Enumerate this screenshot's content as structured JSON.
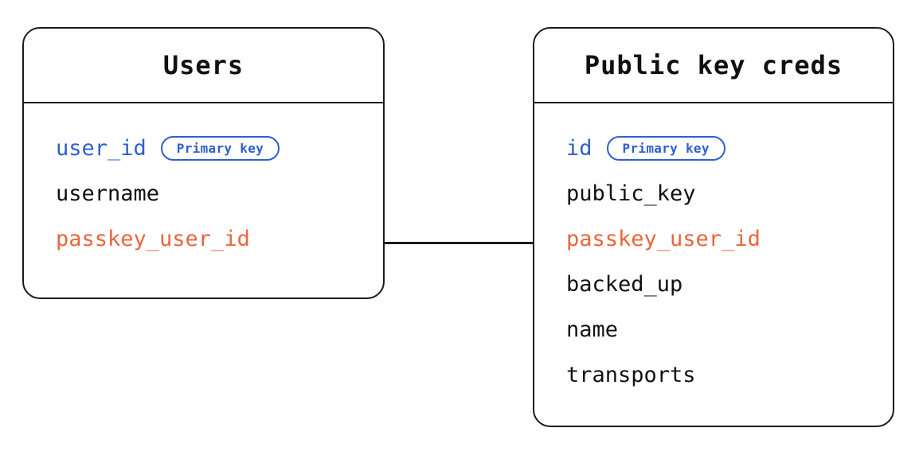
{
  "diagram": {
    "type": "entity-relationship-diagram",
    "title": "",
    "background_color": "#ffffff",
    "colors": {
      "stroke": "#1a1a1a",
      "text": "#111111",
      "primary_key": "#2f5fd0",
      "foreign_key": "#e8663c",
      "badge_border": "#2f5fd0"
    },
    "entities": [
      {
        "id": "users",
        "title": "Users",
        "fields": [
          {
            "name": "user_id",
            "role": "primary",
            "badge": "Primary key"
          },
          {
            "name": "username",
            "role": "plain",
            "badge": null
          },
          {
            "name": "passkey_user_id",
            "role": "foreign",
            "badge": null
          }
        ]
      },
      {
        "id": "public_key_creds",
        "title": "Public key creds",
        "fields": [
          {
            "name": "id",
            "role": "primary",
            "badge": "Primary key"
          },
          {
            "name": "public_key",
            "role": "plain",
            "badge": null
          },
          {
            "name": "passkey_user_id",
            "role": "foreign",
            "badge": null
          },
          {
            "name": "backed_up",
            "role": "plain",
            "badge": null
          },
          {
            "name": "name",
            "role": "plain",
            "badge": null
          },
          {
            "name": "transports",
            "role": "plain",
            "badge": null
          }
        ]
      }
    ],
    "relationships": [
      {
        "from_entity": "users",
        "from_field": "passkey_user_id",
        "to_entity": "public_key_creds",
        "to_field": "passkey_user_id",
        "style": "solid-line"
      }
    ]
  }
}
